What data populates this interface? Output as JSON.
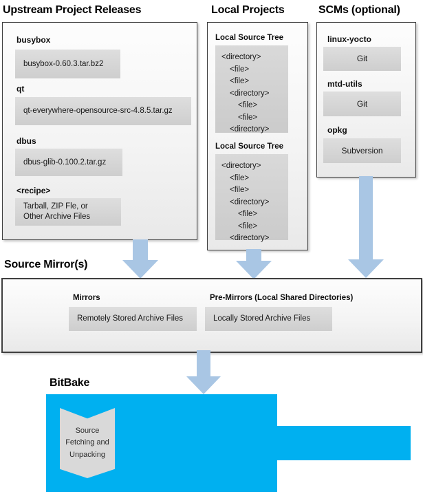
{
  "colors": {
    "accent_blue": "#00b0f0",
    "arrow_blue": "#a9c6e4",
    "panel_border": "#3f3f3f",
    "item_box_gray": "#d5d5d5"
  },
  "upstream": {
    "title": "Upstream Project Releases",
    "items": [
      {
        "label": "busybox",
        "value": "busybox-0.60.3.tar.bz2"
      },
      {
        "label": "qt",
        "value": "qt-everywhere-opensource-src-4.8.5.tar.gz"
      },
      {
        "label": "dbus",
        "value": "dbus-glib-0.100.2.tar.gz"
      },
      {
        "label": "<recipe>",
        "value": "Tarball, ZIP Fle, or\nOther Archive Files"
      }
    ]
  },
  "local_projects": {
    "title": "Local Projects",
    "trees": [
      {
        "label": "Local Source Tree",
        "lines": [
          "<directory>",
          "<file>",
          "<file>",
          "<directory>",
          "<file>",
          "<file>",
          "<directory>"
        ]
      },
      {
        "label": "Local Source Tree",
        "lines": [
          "<directory>",
          "<file>",
          "<file>",
          "<directory>",
          "<file>",
          "<file>",
          "<directory>"
        ]
      }
    ]
  },
  "scms": {
    "title": "SCMs (optional)",
    "items": [
      {
        "label": "linux-yocto",
        "value": "Git"
      },
      {
        "label": "mtd-utils",
        "value": "Git"
      },
      {
        "label": "opkg",
        "value": "Subversion"
      }
    ]
  },
  "source_mirrors": {
    "title": "Source Mirror(s)",
    "groups": [
      {
        "label": "Mirrors",
        "value": "Remotely Stored Archive Files"
      },
      {
        "label": "Pre-Mirrors (Local Shared Directories)",
        "value": "Locally Stored Archive Files"
      }
    ]
  },
  "bitbake": {
    "title": "BitBake",
    "process": "Source\nFetching and\nUnpacking"
  }
}
